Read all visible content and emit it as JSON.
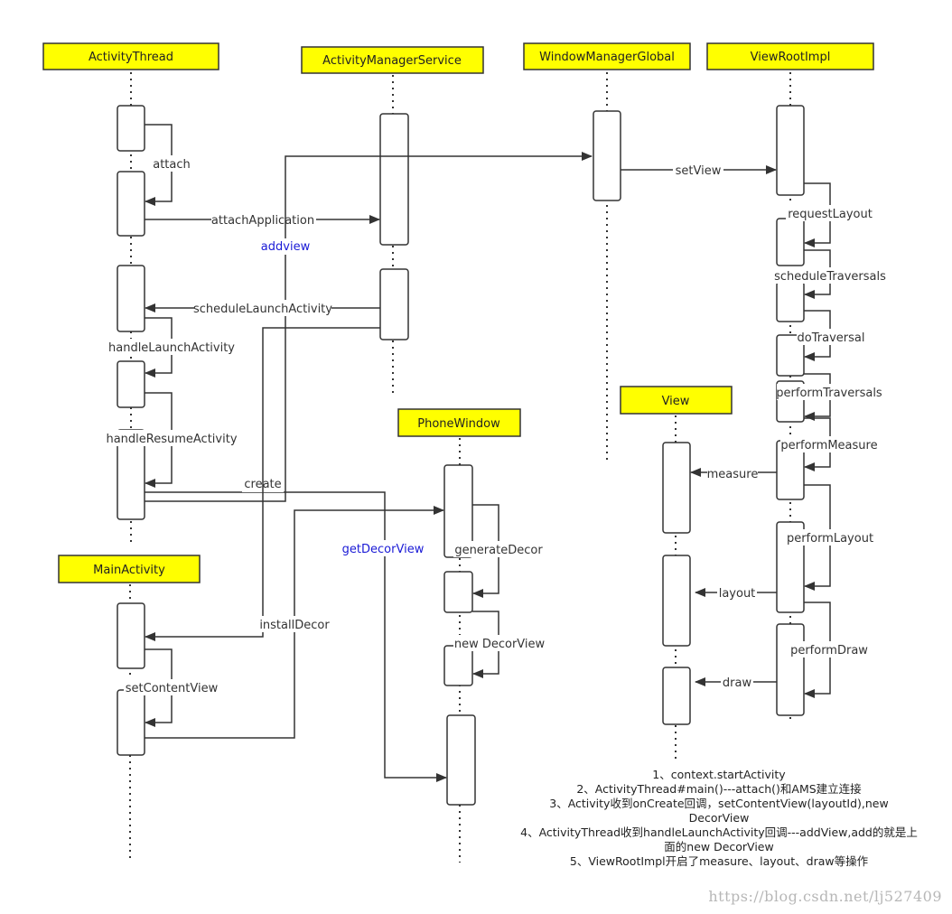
{
  "participants": {
    "activity_thread": "ActivityThread",
    "ams": "ActivityManagerService",
    "wmg": "WindowManagerGlobal",
    "vri": "ViewRootImpl",
    "phone_window": "PhoneWindow",
    "view": "View",
    "main_activity": "MainActivity"
  },
  "messages": {
    "attach": "attach",
    "attach_application": "attachApplication",
    "addview": "addview",
    "set_view": "setView",
    "schedule_launch_activity": "scheduleLaunchActivity",
    "handle_launch_activity": "handleLaunchActivity",
    "handle_resume_activity": "handleResumeActivity",
    "create": "create",
    "get_decor_view": "getDecorView",
    "generate_decor": "generateDecor",
    "install_decor": "installDecor",
    "new_decor_view": "new DecorView",
    "set_content_view": "setContentView",
    "request_layout": "requestLayout",
    "schedule_traversals": "scheduleTraversals",
    "do_traversal": "doTraversal",
    "perform_traversals": "performTraversals",
    "perform_measure": "performMeasure",
    "measure": "measure",
    "perform_layout": "performLayout",
    "layout": "layout",
    "perform_draw": "performDraw",
    "draw": "draw"
  },
  "notes": [
    "1、context.startActivity",
    "2、ActivityThread#main()---attach()和AMS建立连接",
    "3、Activity收到onCreate回调，setContentView(layoutId),new",
    "DecorView",
    "4、ActivityThread收到handleLaunchActivity回调---addView,add的就是上",
    "面的new DecorView",
    "5、ViewRootImpl开启了measure、layout、draw等操作"
  ],
  "watermark": "https://blog.csdn.net/lj527409",
  "colors": {
    "participant_fill": "#ffff00",
    "line": "#333333",
    "highlight_label": "#1a1ad6",
    "watermark": "#b7b7b7"
  }
}
